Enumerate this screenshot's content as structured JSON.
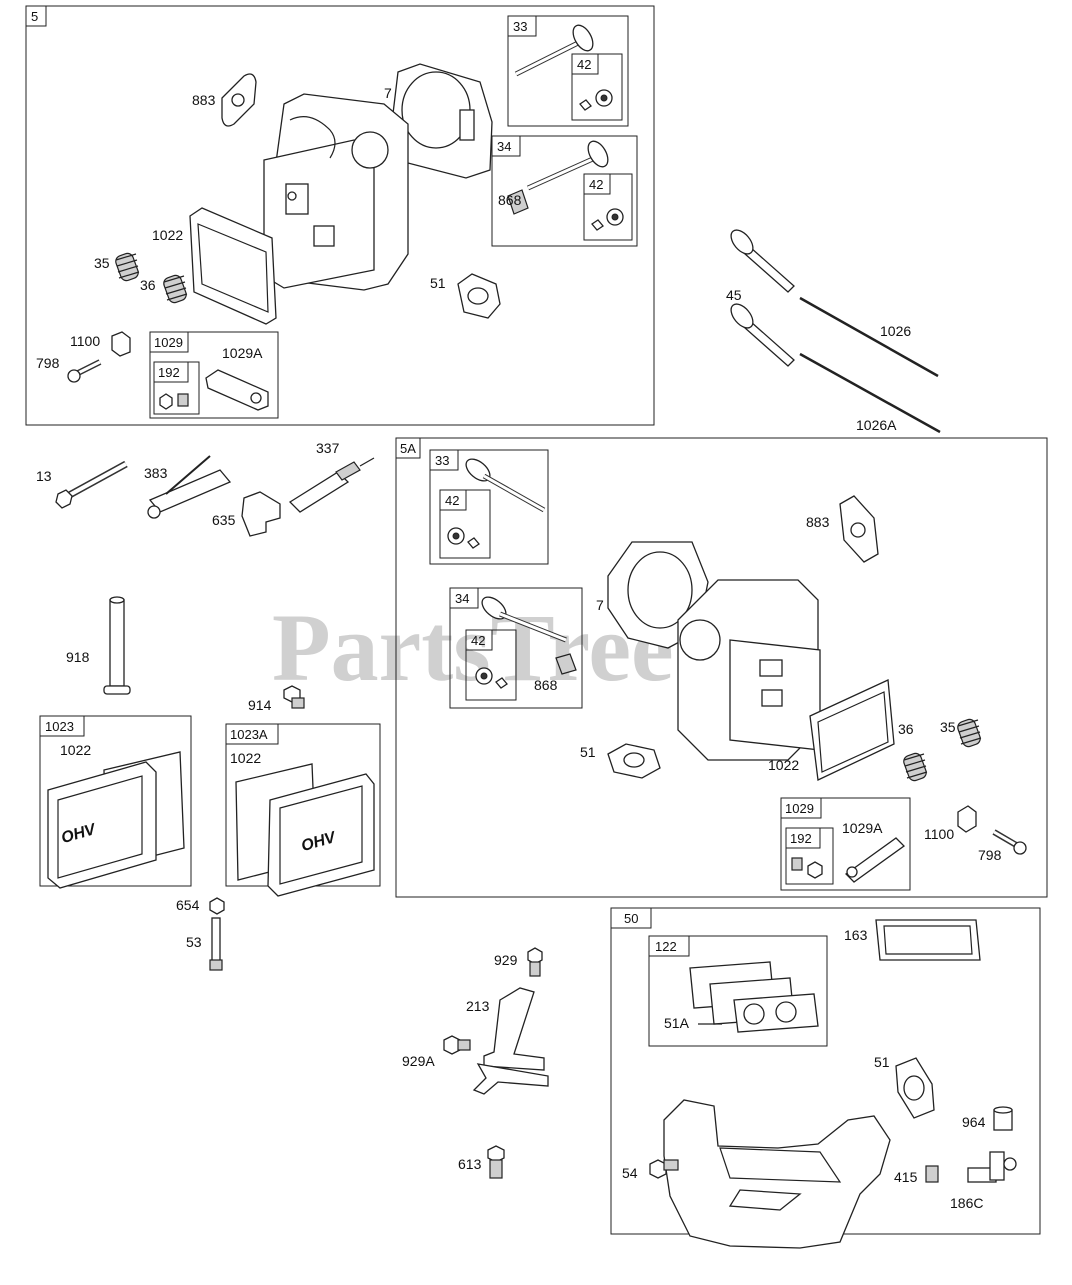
{
  "watermark": "PartsTree",
  "groups": {
    "g5": "5",
    "g33": "33",
    "g42a": "42",
    "g34": "34",
    "g42b": "42",
    "g1029": "1029",
    "g192": "192",
    "g5a": "5A",
    "g33b": "33",
    "g42c": "42",
    "g34b": "34",
    "g42d": "42",
    "g1029b": "1029",
    "g192b": "192",
    "g1023": "1023",
    "g1023a": "1023A",
    "g50": "50",
    "g122": "122"
  },
  "labels": {
    "l883": "883",
    "l7": "7",
    "l868": "868",
    "l1022": "1022",
    "l35": "35",
    "l36": "36",
    "l51": "51",
    "l1100": "1100",
    "l798": "798",
    "l1029a": "1029A",
    "l45": "45",
    "l1026": "1026",
    "l1026a": "1026A",
    "l13": "13",
    "l383": "383",
    "l337": "337",
    "l635": "635",
    "l918": "918",
    "l914": "914",
    "l1022c": "1022",
    "l1022d": "1022",
    "l654": "654",
    "l53": "53",
    "l883b": "883",
    "l7b": "7",
    "l868b": "868",
    "l51b": "51",
    "l1022b": "1022",
    "l36b": "36",
    "l35b": "35",
    "l1029ab": "1029A",
    "l1100b": "1100",
    "l798b": "798",
    "l929": "929",
    "l213": "213",
    "l929a": "929A",
    "l613": "613",
    "l163": "163",
    "l51a": "51A",
    "l51c": "51",
    "l964": "964",
    "l54": "54",
    "l415": "415",
    "l186c": "186C"
  },
  "cover_text": {
    "left": "OHV",
    "right": "OHV"
  }
}
